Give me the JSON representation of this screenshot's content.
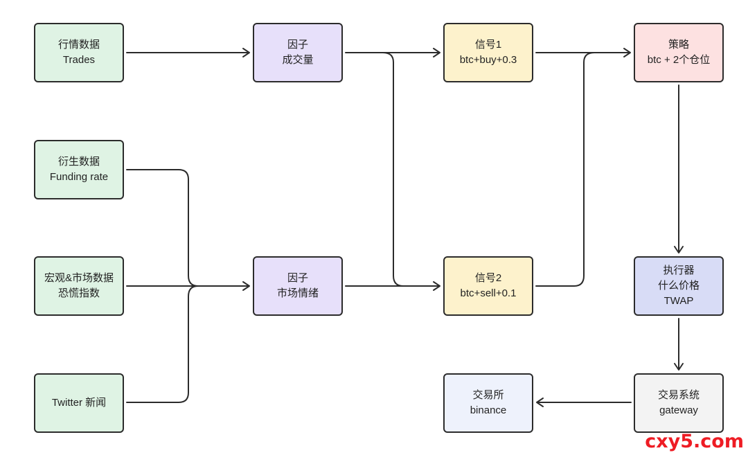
{
  "colors": {
    "source_fill": "#dff3e4",
    "factor_fill": "#e7e0fa",
    "signal_fill": "#fdf2cc",
    "strategy_fill": "#fde1e1",
    "executor_fill": "#d8dcf6",
    "gateway_fill": "#f3f3f3",
    "exchange_fill": "#eef2fc",
    "stroke": "#2b2b2b",
    "watermark": "#ee1c24"
  },
  "nodes": {
    "market": {
      "line1": "行情数据",
      "line2": "Trades"
    },
    "deriv": {
      "line1": "衍生数据",
      "line2": "Funding rate"
    },
    "macro": {
      "line1": "宏观&市场数据",
      "line2": "恐慌指数"
    },
    "twitter": {
      "line1": "Twitter 新闻"
    },
    "factor1": {
      "line1": "因子",
      "line2": "成交量"
    },
    "factor2": {
      "line1": "因子",
      "line2": "市场情绪"
    },
    "signal1": {
      "line1": "信号1",
      "line2": "btc+buy+0.3"
    },
    "signal2": {
      "line1": "信号2",
      "line2": "btc+sell+0.1"
    },
    "strategy": {
      "line1": "策略",
      "line2": "btc + 2个仓位"
    },
    "executor": {
      "line1": "执行器",
      "line2": "什么价格",
      "line3": "TWAP"
    },
    "gateway": {
      "line1": "交易系统",
      "line2": "gateway"
    },
    "exchange": {
      "line1": "交易所",
      "line2": "binance"
    }
  },
  "edges": [
    {
      "from": "market",
      "to": "factor1"
    },
    {
      "from": "deriv",
      "to": "factor2"
    },
    {
      "from": "macro",
      "to": "factor2"
    },
    {
      "from": "twitter",
      "to": "factor2"
    },
    {
      "from": "factor1",
      "to": "signal1"
    },
    {
      "from": "factor1",
      "to": "signal2"
    },
    {
      "from": "factor2",
      "to": "signal2"
    },
    {
      "from": "signal1",
      "to": "strategy"
    },
    {
      "from": "signal2",
      "to": "strategy"
    },
    {
      "from": "strategy",
      "to": "executor"
    },
    {
      "from": "executor",
      "to": "gateway"
    },
    {
      "from": "gateway",
      "to": "exchange"
    }
  ],
  "watermark": "cxy5.com"
}
